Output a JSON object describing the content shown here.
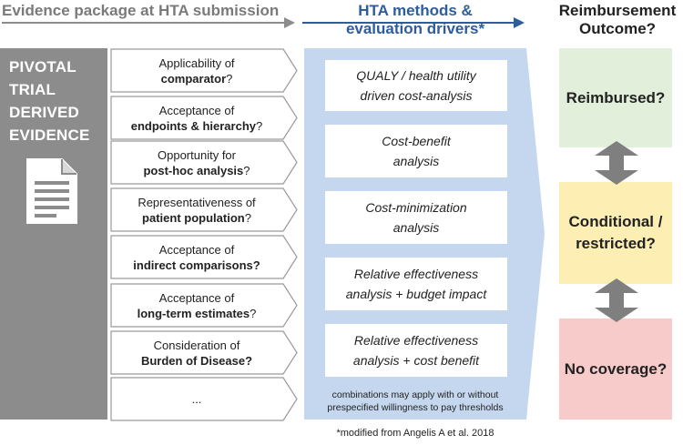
{
  "headers": {
    "evidence": "Evidence package at HTA submission",
    "methods_line1": "HTA methods &",
    "methods_line2": "evaluation drivers*",
    "outcome_line1": "Reimbursement",
    "outcome_line2": "Outcome?"
  },
  "pivotal": {
    "line1": "PIVOTAL",
    "line2": "TRIAL",
    "line3": "DERIVED",
    "line4": "EVIDENCE",
    "icon": "document-icon"
  },
  "evidence_items": [
    {
      "plain": "Applicability of",
      "bold": "comparator",
      "suffix": "?"
    },
    {
      "plain": "Acceptance of",
      "bold": "endpoints & hierarchy",
      "suffix": "?"
    },
    {
      "plain": "Opportunity for",
      "bold": "post-hoc analysis",
      "suffix": "?"
    },
    {
      "plain": "Representativeness of",
      "bold": "patient population",
      "suffix": "?"
    },
    {
      "plain": "Acceptance of",
      "bold": "indirect comparisons?",
      "suffix": ""
    },
    {
      "plain": "Acceptance of",
      "bold": "long-term estimates",
      "suffix": "?"
    },
    {
      "plain": "Consideration of",
      "bold": "Burden of Disease?",
      "suffix": ""
    },
    {
      "plain": "...",
      "bold": "",
      "suffix": ""
    }
  ],
  "methods": [
    {
      "line1": "QUALY / health utility",
      "line2": "driven cost-analysis"
    },
    {
      "line1": "Cost-benefit",
      "line2": "analysis"
    },
    {
      "line1": "Cost-minimization",
      "line2": "analysis"
    },
    {
      "line1": "Relative effectiveness",
      "line2": "analysis + budget impact"
    },
    {
      "line1": "Relative effectiveness",
      "line2": "analysis + cost benefit"
    }
  ],
  "methods_note": {
    "line1": "combinations may apply with or without",
    "line2": "prespecified willingness to pay thresholds"
  },
  "outcomes": [
    {
      "line1": "Reimbursed?",
      "line2": "",
      "color": "#e2efda"
    },
    {
      "line1": "Conditional /",
      "line2": "restricted?",
      "color": "#fdeeb4"
    },
    {
      "line1": "No coverage?",
      "line2": "",
      "color": "#f8cbcb"
    }
  ],
  "footnote": "*modified from Angelis A et al. 2018",
  "colors": {
    "pivotal_bg": "#8c8c8c",
    "methods_bg": "#c5d7ee",
    "methods_title": "#2e5d9c",
    "arrow_gray": "#7f7f7f"
  }
}
